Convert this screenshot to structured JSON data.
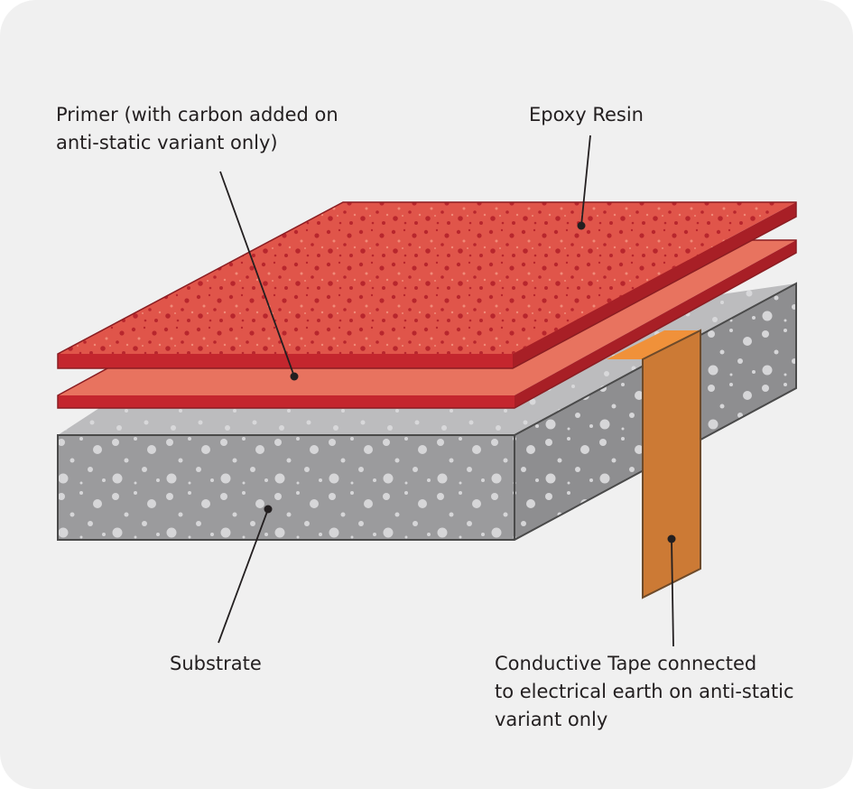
{
  "labels": {
    "primer": "Primer (with carbon added on\nanti-static variant only)",
    "epoxy": "Epoxy Resin",
    "substrate": "Substrate",
    "tape": "Conductive Tape connected\nto electrical earth on anti-static\nvariant only"
  },
  "colors": {
    "panel_background": "#f0f0f0",
    "epoxy_top": "#e0554a",
    "epoxy_edge": "#c4262e",
    "primer_top": "#e8735f",
    "primer_edge": "#c4262e",
    "substrate_top": "#bcbcbe",
    "substrate_front": "#9b9b9d",
    "substrate_side": "#8e8e90",
    "tape_front": "#cc7a35",
    "tape_top": "#f0913a",
    "outline": "#4a4a4a",
    "leader_line": "#231f20"
  }
}
